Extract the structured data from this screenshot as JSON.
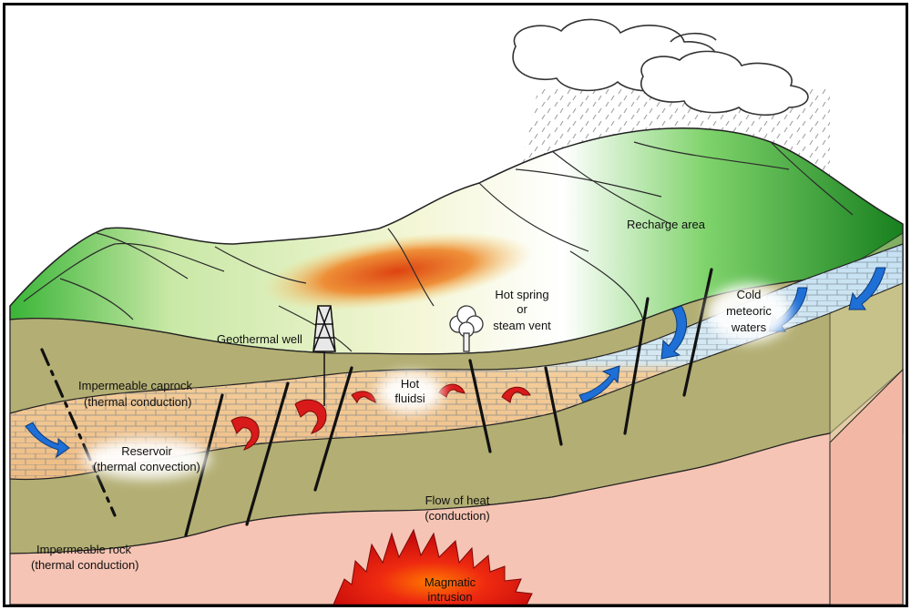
{
  "labels": {
    "recharge_area": "Recharge area",
    "cold_meteoric_1": "Cold",
    "cold_meteoric_2": "meteoric",
    "cold_meteoric_3": "waters",
    "hot_spring_1": "Hot spring",
    "hot_spring_2": "or",
    "hot_spring_3": "steam vent",
    "geothermal_well": "Geothermal well",
    "hot_fluids_1": "Hot",
    "hot_fluids_2": "fluidsi",
    "caprock_1": "Impermeable caprock",
    "caprock_2": "(thermal conduction)",
    "reservoir_1": "Reservoir",
    "reservoir_2": "(thermal convection)",
    "flow_heat_1": "Flow of heat",
    "flow_heat_2": "(conduction)",
    "imp_rock_1": "Impermeable rock",
    "imp_rock_2": "(thermal conduction)",
    "magmatic_1": "Magmatic",
    "magmatic_2": "intrusion"
  },
  "colors": {
    "caprock": "#b2ad72",
    "reservoir_top": "#bfdcf0",
    "reservoir_bottom": "#f2c897",
    "basement": "#f6c3b4",
    "hill_green": "#2aa32a",
    "hill_pale": "#eef3c8",
    "heat_orange": "#e15a0e",
    "magma_red": "#e01010",
    "flow_arrow_red": "#d91a1a",
    "flow_arrow_blue": "#1e6fd6"
  }
}
